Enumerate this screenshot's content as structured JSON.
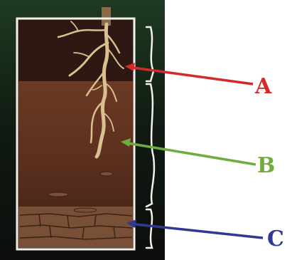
{
  "diagram": {
    "labels": [
      {
        "id": "A",
        "text": "A",
        "color": "#d42a2a"
      },
      {
        "id": "B",
        "text": "B",
        "color": "#6fae3e"
      },
      {
        "id": "C",
        "text": "C",
        "color": "#323894"
      }
    ],
    "colors": {
      "background_frame": "#1b2a1d",
      "topsoil": "#2e1814",
      "subsoil": "#5a3020",
      "bedrock": "#7a4f37",
      "root": "#d9c08e",
      "border": "#f3f1ea"
    }
  }
}
